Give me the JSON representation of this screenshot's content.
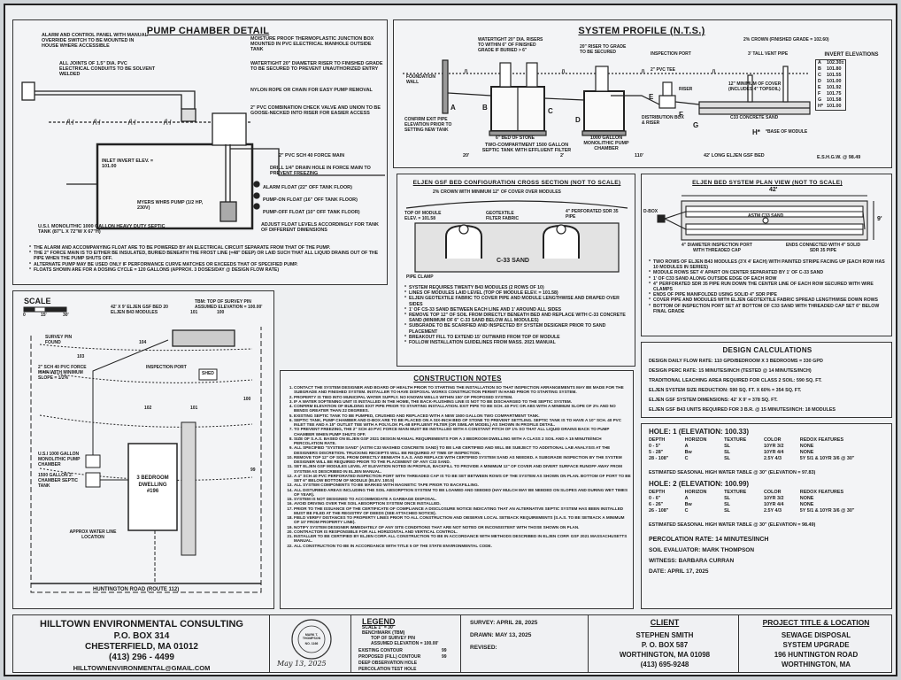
{
  "pump": {
    "title": "PUMP CHAMBER DETAIL",
    "labels": [
      "ALARM AND CONTROL PANEL WITH MANUAL OVERRIDE SWITCH TO BE MOUNTED IN HOUSE WHERE ACCESSIBLE",
      "ALL JOINTS OF 1.5\" DIA. PVC ELECTRICAL CONDUITS TO BE SOLVENT WELDED",
      "MOISTURE PROOF THERMOPLASTIC JUNCTION BOX MOUNTED IN PVC ELECTRICAL MANHOLE OUTSIDE TANK",
      "WATERTIGHT 20\" DIAMETER RISER TO FINISHED GRADE TO BE SECURED TO PREVENT UNAUTHORIZED ENTRY",
      "NYLON ROPE OR CHAIN FOR EASY PUMP REMOVAL",
      "2\" PVC COMBINATION CHECK VALVE AND UNION TO BE GOOSE-NECKED INTO RISER FOR EASIER ACCESS",
      "2\" PVC SCH 40 FORCE MAIN",
      "DRILL 1/4\" DRAIN HOLE IN FORCE MAIN TO PREVENT FREEZING",
      "ALARM FLOAT (22\" OFF TANK FLOOR)",
      "PUMP-ON FLOAT (16\" OFF TANK FLOOR)",
      "PUMP-OFF FLOAT (10\" OFF TANK FLOOR)",
      "ADJUST FLOAT LEVELS ACCORDINGLY FOR TANK OF DIFFERENT DIMENSIONS",
      "INLET INVERT ELEV. = 101.00",
      "MYERS WHR5 PUMP (1/2 HP, 230V)",
      "U.S.I. MONOLITHIC 1000 GALLON HEAVY DUTY SEPTIC TANK (87\"L x 72\"W x 67\"H)"
    ],
    "notes": [
      "THE ALARM AND ACCOMPANYING FLOAT ARE TO BE POWERED BY AN ELECTRICAL CIRCUIT SEPARATE FROM THAT OF THE PUMP.",
      "THE 2\" FORCE MAIN IS TO EITHER BE INSULATED, BURIED BENEATH THE FROST LINE (=48\" DEEP) OR LAID SUCH THAT ALL LIQUID DRAINS OUT OF THE PIPE WHEN THE PUMP SHUTS OFF.",
      "ALTERNATE PUMP MAY BE USED ONLY IF PERFORMANCE CURVE MATCHES OR EXCEEDS THAT OF SPECIFIED PUMP.",
      "FLOATS SHOWN ARE FOR A DOSING CYCLE = 120 GALLONS (APPROX. 3 DOSES/DAY @ DESIGN FLOW RATE)"
    ]
  },
  "profile": {
    "title": "SYSTEM PROFILE (N.T.S.)",
    "labels": [
      "WATERTIGHT 20\" DIA. RISERS TO WITHIN 6\" OF FINISHED GRADE IF BURIED > 6\"",
      "20\" RISER TO GRADE TO BE SECURED",
      "2% CROWN (FINISHED GRADE = 102.60)",
      "FOUNDATION WALL",
      "INSPECTION PORT",
      "3' TALL VENT PIPE",
      "2\" PVC TEE",
      "RISER",
      "12\" MINIMUM OF COVER (INCLUDES 4\" TOPSOIL)",
      "C33 CONCRETE SAND",
      "CONFIRM EXIT PIPE ELEVATION PRIOR TO SETTING NEW TANK",
      "6\" BED OF STONE",
      "TWO-COMPARTMENT 1500 GALLON SEPTIC TANK WITH EFFLUENT FILTER",
      "1000 GALLON MONOLITHIC PUMP CHAMBER",
      "DISTRIBUTION BOX & RISER",
      "42' LONG ELJEN GSF BED",
      "*BASE OF MODULE",
      "E.S.H.G.W. @ 98.49",
      "20'",
      "2'",
      "110'"
    ],
    "letters": [
      "A",
      "B",
      "C",
      "D",
      "E",
      "F",
      "G",
      "H*"
    ],
    "inverts": {
      "title": "INVERT ELEVATIONS",
      "rows": [
        [
          "A",
          "102.30±"
        ],
        [
          "B",
          "101.80"
        ],
        [
          "C",
          "101.55"
        ],
        [
          "D",
          "101.00"
        ],
        [
          "E",
          "101.92"
        ],
        [
          "F",
          "101.75"
        ],
        [
          "G",
          "101.58"
        ],
        [
          "H*",
          "101.00"
        ]
      ]
    }
  },
  "eljen": {
    "title": "ELJEN GSF BED CONFIGURATION CROSS SECTION (NOT TO SCALE)",
    "labels": [
      "2% CROWN WITH MINIMUM 12\" OF COVER OVER MODULES",
      "TOP OF MODULE ELEV. = 101.58",
      "GEOTEXTILE FILTER FABRIC",
      "4\" PERFORATED SDR 35 PIPE",
      "C-33 SAND",
      "PIPE CLAMP"
    ],
    "notes": [
      "SYSTEM REQUIRES TWENTY B43 MODULES (2 ROWS OF 10)",
      "LINES OF MODULES LAID LEVEL (TOP OF MODULE ELEV. = 101.58)",
      "ELJEN GEOTEXTILE FABRIC TO COVER PIPE AND MODULE LENGTHWISE AND DRAPED OVER SIDES",
      "1' OF CS-33 SAND BETWEEN EACH LINE AND 1' AROUND ALL SIDES",
      "REMOVE TOP 12\" OF SOIL FROM DIRECTLY BENEATH BED AND REPLACE WITH C-33 CONCRETE SAND (MINIMUM OF 6\" C-33 SAND BELOW ALL MODULES)",
      "SUBGRADE TO BE SCARIFIED AND INSPECTED BY SYSTEM DESIGNER PRIOR TO SAND PLACEMENT",
      "BREAKOUT FILL TO EXTEND 15' OUTWARD FROM TOP OF MODULE",
      "FOLLOW INSTALLATION GUIDELINES FROM MASS. 2021 MANUAL"
    ]
  },
  "plan": {
    "title": "ELJEN BED SYSTEM PLAN VIEW (NOT TO SCALE)",
    "labels": [
      "42'",
      "D-BOX",
      "9'",
      "ASTM C33 SAND",
      "4\" DIAMETER INSPECTION PORT WITH THREADED CAP",
      "ENDS CONNECTED WITH 4\" SOLID SDR 35 PIPE"
    ],
    "notes": [
      "TWO ROWS OF ELJEN B43 MODULES (3'x 4' EACH) WITH PAINTED STRIPE FACING UP (EACH ROW HAS 10 MODULES IN SERIES)",
      "MODULE ROWS SET 4' APART ON CENTER SEPARATED BY 1' OF C-33 SAND",
      "1' OF C33 SAND ALONG OUTSIDE EDGE OF EACH ROW",
      "4\" PERFORATED SDR 35 PIPE RUN DOWN THE CENTER LINE OF EACH ROW SECURED WITH WIRE CLAMPS",
      "ENDS OF PIPE MANIFOLDED USING SOLID 4\" SDR PIPE",
      "COVER PIPE AND MODULES WITH ELJEN GEOTEXTILE FABRIC SPREAD LENGTHWISE DOWN ROWS",
      "BOTTOM OF INSPECTION PORT SET AT BOTTOM OF C33 SAND WITH THREADED CAP SET 6\" BELOW FINAL GRADE"
    ]
  },
  "design": {
    "title": "DESIGN CALCULATIONS",
    "rows": [
      "DESIGN DAILY FLOW RATE: 110 GPD/BEDROOM x 3 BEDROOMS = 330 GPD",
      "DESIGN PERC RATE: 15 MINUTES/INCH (TESTED @ 14 MINUTES/INCH)",
      "TRADITIONAL LEACHING AREA REQUIRED FOR CLASS 2 SOIL: 590 SQ. FT.",
      "ELJEN SYSTEM SIZE REDUCTION: 590 SQ. FT. x 60% = 354 SQ. FT.",
      "ELJEN GSF SYSTEM DIMENSIONS: 42' x 9' = 378 SQ. FT.",
      "ELJEN GSF B43 UNITS REQUIRED FOR 3 B.R. @ 15 MINUTES/INCH: 18 MODULES"
    ]
  },
  "site": {
    "scale_title": "SCALE",
    "scale_ticks": [
      "0",
      "15'",
      "30'"
    ],
    "labels": [
      "42' x 9' ELJEN GSF BED 20 ELJEN B43 MODULES",
      "TBM: TOP OF SURVEY PIN ASSUMED ELEVATION = 100.00'",
      "SURVEY PIN FOUND",
      "2\" SCH 40 PVC FORCE MAIN WITH MINIMUM SLOPE = 1/2%",
      "INSPECTION PORT",
      "SHED",
      "U.S.I 1000 GALLON MONOLITHIC PUMP CHAMBER",
      "1500 GALLON 2-CHAMBER SEPTIC TANK",
      "3 BEDROOM DWELLING #196",
      "APPROX WATER LINE LOCATION",
      "HUNTINGTON ROAD (ROUTE 112)"
    ],
    "contours": [
      "104",
      "103",
      "102",
      "101",
      "100",
      "99",
      "101",
      "100"
    ]
  },
  "construction": {
    "title": "CONSTRUCTION NOTES",
    "notes": [
      "CONTACT THE SYSTEM DESIGNER AND BOARD OF HEALTH PRIOR TO STARTING THE INSTALLATION SO THAT INSPECTION ARRANGEMENTS MAY BE MADE FOR THE SUBGRADE AND FINISHED SYSTEM. INSTALLER TO HAVE DISPOSAL WORKS CONSTRUCTION PERMIT IN HAND PRIOR TO STARTING SYSTEM.",
      "PROPERTY IS TIED INTO MUNICIPAL WATER SUPPLY. NO KNOWN WELLS WITHIN 150' OF PROPOSED SYSTEM.",
      "IF A WATER SOFTENING UNIT IS INSTALLED IN THE HOME, THE BACK-FLUSHING LINE IS NOT TO BE DISCHARGED TO THE SEPTIC SYSTEM.",
      "CONFIRM ELEVATION OF BUILDING EXIT PIPE PRIOR TO STARTING INSTALLATION. EXIT PIPE TO BE SCH. 40 PVC OR ABS WITH A MINIMUM SLOPE OF 2% AND NO BENDS GREATER THAN 22 DEGREES.",
      "EXISTING SEPTIC TANK TO BE PUMPED, CRUSHED AND REPLACED WITH A NEW 1500 GALLON TWO COMPARTMENT TANK.",
      "SEPTIC TANK, PUMP CHAMBER AND D-BOX ARE TO BE PLACED ON A SIX-INCH BED OF STONE TO PREVENT SETTLING. SEPTIC TANK IS TO HAVE A 10\" SCH. 40 PVC INLET TEE AND A 15\" OUTLET TEE WITH A POLYLOK PL-68 EFFLUENT FILTER (OR SIMILAR MODEL) AS SHOWN IN PROFILE DETAIL.",
      "TO PREVENT FREEZING, THE 2\" SCH 40 PVC FORCE MAIN MUST BE INSTALLED WITH A CONSTANT PITCH OF 1% SO THAT ALL LIQUID DRAINS BACK TO PUMP CHAMBER WHEN PUMP SHUTS OFF.",
      "SIZE OF S.A.S. BASED ON ELJEN GSF 2021 DESIGN MANUAL REQUIREMENTS FOR A 3 BEDROOM DWELLING WITH A CLASS 2 SOIL AND A 15 MINUTE/INCH PERCOLATION RATE.",
      "ALL SPECIFIED \"SYSTEM SAND\" (ASTM C33 WASHED CONCRETE SAND) TO BE LAB CERTIFIED AND WILL BE SUBJECT TO ADDITIONAL LAB ANALYSIS AT THE DESIGNERS DISCRETION. TRUCKING RECEIPTS WILL BE REQUIRED AT TIME OF INSPECTION.",
      "REMOVE TOP 12\" OF SOIL FROM DIRECTLY BENEATH S.A.S. AND REPLACE WITH CERTIFIED SYSTEM SAND AS NEEDED. A SUBGRADE INSPECTION BY THE SYSTEM DESIGNER WILL BE REQUIRED PRIOR TO THE PLACEMENT OF ANY C33 SAND.",
      "SET ELJEN GSF MODULES LEVEL AT ELEVATION NOTED IN PROFILE, BACKFILL TO PROVIDE A MINIMUM 12\" OF COVER AND DIVERT SURFACE RUNOFF AWAY FROM SYSTEM AS DESCRIBED IN ELJEN MANUAL.",
      "A 4\" SCH 40 PVC PERFORATED INSPECTION PORT WITH THREADED CAP IS TO BE SET BETWEEN ROWS OF THE SYSTEM AS SHOWN ON PLAN. BOTTOM OF PORT TO BE SET 6\" BELOW BOTTOM OF MODULE (ELEV. 100.5)",
      "ALL SYSTEM COMPONENTS TO BE MARKED WITH MAGNETIC TAPE PRIOR TO BACKFILLING.",
      "ALL DISTURBED AREAS INCLUDING THE SOIL ABSORPTION SYSTEM TO BE LOAMED AND SEEDED (HAY MULCH MAY BE NEEDED ON SLOPES AND DURING WET TIMES OF YEAR).",
      "SYSTEM IS NOT DESIGNED TO ACCOMMODATE A GARBAGE DISPOSAL.",
      "AVOID DRIVING OVER THE SOIL ABSORPTION SYSTEM ONCE INSTALLED.",
      "PRIOR TO THE ISSUANCE OF THE CERTIFICATE OF COMPLIANCE A DISCLOSURE NOTICE INDICATING THAT AN ALTERNATIVE SEPTIC SYSTEM HAS BEEN INSTALLED MUST BE FILED AT THE REGISTRY OF DEEDS (SEE ATTACHED NOTICE).",
      "FIELD VERIFY DISTANCES TO PROPERTY LINES PRIOR TO ALL CONSTRUCTION AND OBSERVE LOCAL SETBACK REQUIREMENTS (S.A.S. TO BE SETBACK A MINIMUM OF 10' FROM PROPERTY LINE).",
      "NOTIFY SYSTEM DESIGNER IMMEDIATELY OF ANY SITE CONDITIONS THAT ARE NOT NOTED OR INCONSISTENT WITH THOSE SHOWN ON PLAN.",
      "CONTRACTOR IS RESPONSIBLE FOR ALL HORIZONTAL AND VERTICAL CONTROL.",
      "INSTALLER TO BE CERTIFIED BY ELJEN CORP. ALL CONSTRUCTION TO BE IN ACCORDANCE WITH METHODS DESCRIBED IN ELJEN CORP. GSF 2021 MASSACHUSETTS MANUAL.",
      "ALL CONSTRUCTION TO BE IN ACCORDANCE WITH TITLE 5 OF THE STATE ENVIRONMENTAL CODE."
    ]
  },
  "soil": {
    "hole1": "HOLE: 1 (ELEVATION: 100.33)",
    "hole2": "HOLE: 2 (ELEVATION: 100.99)",
    "headers": [
      "DEPTH",
      "HORIZON",
      "TEXTURE",
      "COLOR",
      "REDOX FEATURES"
    ],
    "h1rows": [
      [
        "0 - 5\"",
        "A",
        "SL",
        "10YR 3/2",
        "NONE"
      ],
      [
        "5 - 28\"",
        "Bw",
        "SL",
        "10YR 4/4",
        "NONE"
      ],
      [
        "28 - 108\"",
        "C",
        "SL",
        "2.5Y 4/3",
        "5Y 5/1 & 10YR 3/6 @ 30\""
      ]
    ],
    "h1eshgw": "ESTIMATED SEASONAL HIGH WATER TABLE @ 30\" (ELEVATION = 97.83)",
    "h2rows": [
      [
        "0 - 6\"",
        "A",
        "SL",
        "10YR 3/2",
        "NONE"
      ],
      [
        "6 - 26\"",
        "Bw",
        "SL",
        "10YR 4/4",
        "NONE"
      ],
      [
        "26 - 108\"",
        "C",
        "SL",
        "2.5Y 4/3",
        "5Y 5/1 & 10YR 3/6 @ 30\""
      ]
    ],
    "h2eshgw": "ESTIMATED SEASONAL HIGH WATER TABLE @ 30\" (ELEVATION = 98.49)",
    "perc": "PERCOLATION RATE: 14 MINUTES/INCH",
    "evaluator": "SOIL EVALUATOR: MARK THOMPSON",
    "witness": "WITNESS: BARBARA CURRAN",
    "date": "DATE: APRIL 17, 2025"
  },
  "titleblock": {
    "company": "HILLTOWN ENVIRONMENTAL CONSULTING",
    "box": "P.O. BOX 314",
    "city": "CHESTERFIELD, MA 01012",
    "phone": "(413) 296 - 4499",
    "email": "HILLTOWNENVIRONMENTAL@GMAIL.COM",
    "seal": [
      "COMMONWEALTH OF MASSACHUSETTS",
      "MARK T. THOMPSON",
      "No. 1166",
      "SOIL EVALUATOR"
    ],
    "sigdate": "May 13, 2025",
    "legend_title": "LEGEND",
    "legend": [
      "SCALE 1\" = 30'",
      "BENCHMARK (TBM)",
      "TOP OF SURVEY PIN",
      "ASSUMED ELEVATION = 100.00'",
      "EXISTING CONTOUR",
      "PROPOSED (FILL) CONTOUR",
      "DEEP OBSERVATION HOLE",
      "PERCOLATION TEST HOLE",
      "99",
      "99"
    ],
    "survey": "SURVEY: APRIL 28, 2025",
    "drawn": "DRAWN: MAY 13, 2025",
    "revised": "REVISED:",
    "client_title": "CLIENT",
    "client": [
      "STEPHEN SMITH",
      "P. O. BOX 587",
      "WORTHINGTON, MA 01098",
      "(413) 695-9248"
    ],
    "project_title": "PROJECT TITLE & LOCATION",
    "project": [
      "SEWAGE DISPOSAL",
      "SYSTEM UPGRADE",
      "196 HUNTINGTON ROAD",
      "WORTHINGTON, MA"
    ]
  }
}
